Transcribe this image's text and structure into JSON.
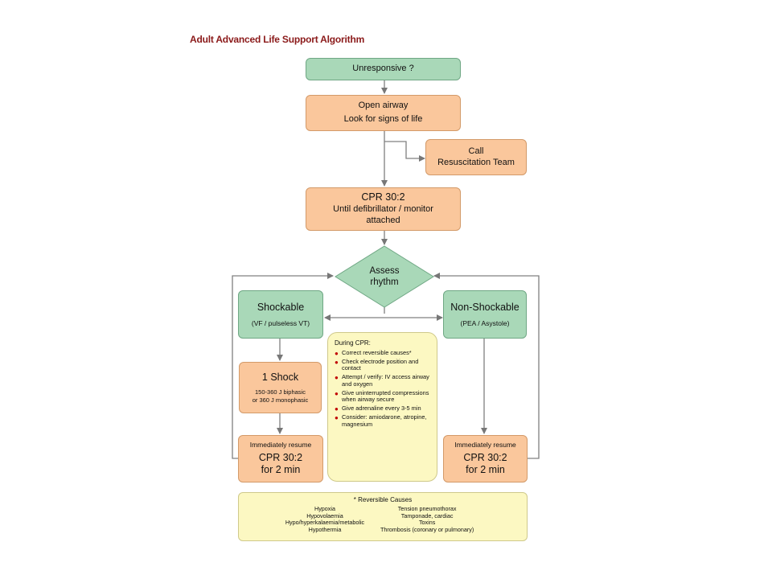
{
  "title": "Adult Advanced Life Support Algorithm",
  "nodes": {
    "unresponsive": "Unresponsive ?",
    "open_airway_1": "Open airway",
    "open_airway_2": "Look for signs of life",
    "call_1": "Call",
    "call_2": "Resuscitation Team",
    "cpr_1": "CPR 30:2",
    "cpr_2": "Until defibrillator / monitor",
    "cpr_3": "attached",
    "assess_1": "Assess",
    "assess_2": "rhythm",
    "shockable_1": "Shockable",
    "shockable_2": "(VF / pulseless VT)",
    "nonshockable_1": "Non-Shockable",
    "nonshockable_2": "(PEA  / Asystole)",
    "shock_1": "1 Shock",
    "shock_2": "150-360 J biphasic",
    "shock_3": "or 360 J monophasic",
    "resume_label": "Immediately resume",
    "resume_cpr": "CPR 30:2",
    "resume_time": "for 2 min"
  },
  "during_cpr": {
    "heading": "During CPR:",
    "items": [
      "Correct reversible causes*",
      "Check electrode position and contact",
      "Attempt / verify: IV access airway and oxygen",
      "Give uninterrupted compressions when airway secure",
      "Give adrenaline every 3-5 min",
      "Consider: amiodarone, atropine, magnesium"
    ]
  },
  "reversible_causes": {
    "heading": "* Reversible Causes",
    "left": [
      "Hypoxia",
      "Hypovolaemia",
      "Hypo/hyperkalaemia/metabolic",
      "Hypothermia"
    ],
    "right": [
      "Tension pneumothorax",
      "Tamponade, cardiac",
      "Toxins",
      "Thrombosis (coronary or pulmonary)"
    ]
  },
  "colors": {
    "title": "#8b1a1a",
    "green": "#a9d8b8",
    "orange": "#fac79c",
    "yellow": "#fcf8c2",
    "bullet": "#c00000",
    "line": "#808080"
  }
}
